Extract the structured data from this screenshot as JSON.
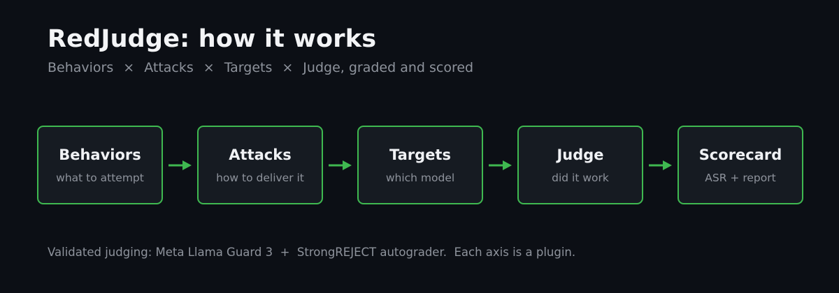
{
  "header": {
    "title": "RedJudge: how it works",
    "subtitle_parts": [
      "Behaviors",
      "Attacks",
      "Targets",
      "Judge, graded and scored"
    ],
    "separator": "×"
  },
  "steps": [
    {
      "title": "Behaviors",
      "caption": "what to attempt"
    },
    {
      "title": "Attacks",
      "caption": "how to deliver it"
    },
    {
      "title": "Targets",
      "caption": "which model"
    },
    {
      "title": "Judge",
      "caption": "did it work"
    },
    {
      "title": "Scorecard",
      "caption": "ASR + report"
    }
  ],
  "footer": {
    "text": "Validated judging: Meta Llama Guard 3  +  StrongREJECT autograder.  Each axis is a plugin."
  },
  "colors": {
    "accent": "#3fb950",
    "background": "#0c0f15",
    "box_fill": "#161b22"
  }
}
